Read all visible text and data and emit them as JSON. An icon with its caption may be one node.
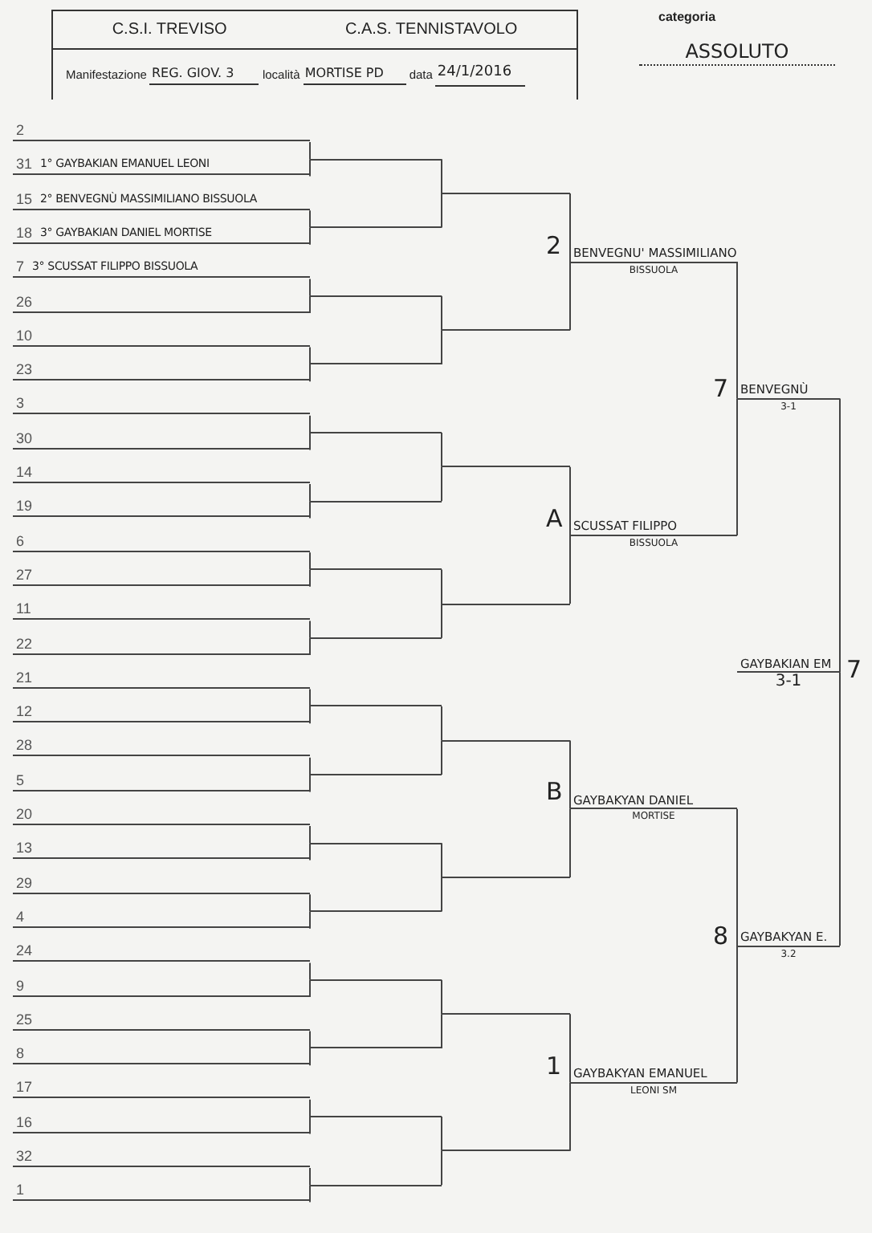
{
  "diagram": {
    "nodes": [
      {
        "text": [
          "2"
        ]
      },
      {
        "text": [
          "31",
          "1° GAYBAKIAN EMANUEL LEONI"
        ]
      },
      {
        "text": [
          "15",
          "2° BENVEGNÙ MASSIMILIANO BISSUOLA"
        ]
      },
      {
        "text": [
          "18",
          "3° GAYBAKIAN DANIEL MORTISE"
        ]
      },
      {
        "text": [
          "7",
          "3° SCUSSAT FILIPPO BISSUOLA"
        ]
      },
      {
        "text": [
          "26"
        ]
      },
      {
        "text": [
          "10"
        ]
      },
      {
        "text": [
          "23"
        ]
      },
      {
        "text": [
          "3"
        ]
      },
      {
        "text": [
          "30"
        ]
      },
      {
        "text": [
          "14"
        ]
      },
      {
        "text": [
          "19"
        ]
      },
      {
        "text": [
          "6"
        ]
      },
      {
        "text": [
          "27"
        ]
      },
      {
        "text": [
          "11"
        ]
      },
      {
        "text": [
          "22"
        ]
      },
      {
        "text": [
          "21"
        ]
      },
      {
        "text": [
          "12"
        ]
      },
      {
        "text": [
          "28"
        ]
      },
      {
        "text": [
          "5"
        ]
      },
      {
        "text": [
          "20"
        ]
      },
      {
        "text": [
          "13"
        ]
      },
      {
        "text": [
          "29"
        ]
      },
      {
        "text": [
          "4"
        ]
      },
      {
        "text": [
          "24"
        ]
      },
      {
        "text": [
          "9"
        ]
      },
      {
        "text": [
          "25"
        ]
      },
      {
        "text": [
          "8"
        ]
      },
      {
        "text": [
          "17"
        ]
      },
      {
        "text": [
          "16"
        ]
      },
      {
        "text": [
          "32"
        ]
      },
      {
        "text": [
          "1"
        ]
      },
      {
        "text": [],
        "shape": "line"
      },
      {
        "text": [],
        "shape": "line"
      },
      {
        "text": [],
        "shape": "line"
      },
      {
        "text": [],
        "shape": "line"
      },
      {
        "text": [],
        "shape": "line"
      },
      {
        "text": [],
        "shape": "line"
      },
      {
        "text": [],
        "shape": "line"
      },
      {
        "text": [],
        "shape": "line"
      },
      {
        "text": [],
        "shape": "line"
      },
      {
        "text": [],
        "shape": "line"
      },
      {
        "text": [],
        "shape": "line"
      },
      {
        "text": [],
        "shape": "line"
      },
      {
        "text": [],
        "shape": "line"
      },
      {
        "text": [],
        "shape": "line"
      },
      {
        "text": [],
        "shape": "line"
      },
      {
        "text": [],
        "shape": "line"
      },
      {
        "text": [],
        "shape": "line"
      },
      {
        "text": [],
        "shape": "line"
      },
      {
        "text": [],
        "shape": "line"
      },
      {
        "text": [],
        "shape": "line"
      },
      {
        "text": [],
        "shape": "line"
      },
      {
        "text": [],
        "shape": "line"
      },
      {
        "text": [],
        "shape": "line"
      },
      {
        "text": [],
        "shape": "line"
      },
      {
        "text": [
          "BENVEGNU' MASSIMILIANO",
          "BISSUOLA"
        ],
        "beside": [
          "2"
        ]
      },
      {
        "text": [
          "SCUSSAT FILIPPO",
          "BISSUOLA"
        ],
        "beside": [
          "A"
        ]
      },
      {
        "text": [
          "GAYBAKYAN DANIEL",
          "MORTISE"
        ],
        "beside": [
          "B"
        ]
      },
      {
        "text": [
          "GAYBAKYAN EMANUEL",
          "LEONI SM"
        ],
        "beside": [
          "1"
        ]
      },
      {
        "text": [
          "BENVEGNÙ",
          "3-1"
        ],
        "beside": [
          "7"
        ]
      },
      {
        "text": [
          "GAYBAKYAN E.",
          "3.2"
        ],
        "beside": [
          "8"
        ]
      },
      {
        "text": [
          "GAYBAKIAN EM",
          "3-1"
        ],
        "beside": [
          "7"
        ]
      }
    ],
    "edges": [
      {
        "from": 0,
        "to": 32,
        "arrow": "none"
      },
      {
        "from": 1,
        "to": 32,
        "arrow": "none"
      },
      {
        "from": 2,
        "to": 33,
        "arrow": "none"
      },
      {
        "from": 3,
        "to": 33,
        "arrow": "none"
      },
      {
        "from": 4,
        "to": 34,
        "arrow": "none"
      },
      {
        "from": 5,
        "to": 34,
        "arrow": "none"
      },
      {
        "from": 6,
        "to": 35,
        "arrow": "none"
      },
      {
        "from": 7,
        "to": 35,
        "arrow": "none"
      },
      {
        "from": 8,
        "to": 36,
        "arrow": "none"
      },
      {
        "from": 9,
        "to": 36,
        "arrow": "none"
      },
      {
        "from": 10,
        "to": 37,
        "arrow": "none"
      },
      {
        "from": 11,
        "to": 37,
        "arrow": "none"
      },
      {
        "from": 12,
        "to": 38,
        "arrow": "none"
      },
      {
        "from": 13,
        "to": 38,
        "arrow": "none"
      },
      {
        "from": 14,
        "to": 39,
        "arrow": "none"
      },
      {
        "from": 15,
        "to": 39,
        "arrow": "none"
      },
      {
        "from": 16,
        "to": 40,
        "arrow": "none"
      },
      {
        "from": 17,
        "to": 40,
        "arrow": "none"
      },
      {
        "from": 18,
        "to": 41,
        "arrow": "none"
      },
      {
        "from": 19,
        "to": 41,
        "arrow": "none"
      },
      {
        "from": 20,
        "to": 42,
        "arrow": "none"
      },
      {
        "from": 21,
        "to": 42,
        "arrow": "none"
      },
      {
        "from": 22,
        "to": 43,
        "arrow": "none"
      },
      {
        "from": 23,
        "to": 43,
        "arrow": "none"
      },
      {
        "from": 24,
        "to": 44,
        "arrow": "none"
      },
      {
        "from": 25,
        "to": 44,
        "arrow": "none"
      },
      {
        "from": 26,
        "to": 45,
        "arrow": "none"
      },
      {
        "from": 27,
        "to": 45,
        "arrow": "none"
      },
      {
        "from": 28,
        "to": 46,
        "arrow": "none"
      },
      {
        "from": 29,
        "to": 46,
        "arrow": "none"
      },
      {
        "from": 30,
        "to": 47,
        "arrow": "none"
      },
      {
        "from": 31,
        "to": 47,
        "arrow": "none"
      },
      {
        "from": 32,
        "to": 48,
        "arrow": "none"
      },
      {
        "from": 33,
        "to": 48,
        "arrow": "none"
      },
      {
        "from": 34,
        "to": 49,
        "arrow": "none"
      },
      {
        "from": 35,
        "to": 49,
        "arrow": "none"
      },
      {
        "from": 36,
        "to": 50,
        "arrow": "none"
      },
      {
        "from": 37,
        "to": 50,
        "arrow": "none"
      },
      {
        "from": 38,
        "to": 51,
        "arrow": "none"
      },
      {
        "from": 39,
        "to": 51,
        "arrow": "none"
      },
      {
        "from": 40,
        "to": 52,
        "arrow": "none"
      },
      {
        "from": 41,
        "to": 52,
        "arrow": "none"
      },
      {
        "from": 42,
        "to": 53,
        "arrow": "none"
      },
      {
        "from": 43,
        "to": 53,
        "arrow": "none"
      },
      {
        "from": 44,
        "to": 54,
        "arrow": "none"
      },
      {
        "from": 45,
        "to": 54,
        "arrow": "none"
      },
      {
        "from": 46,
        "to": 55,
        "arrow": "none"
      },
      {
        "from": 47,
        "to": 55,
        "arrow": "none"
      },
      {
        "from": 48,
        "to": 56,
        "arrow": "none"
      },
      {
        "from": 49,
        "to": 56,
        "arrow": "none"
      },
      {
        "from": 50,
        "to": 57,
        "arrow": "none"
      },
      {
        "from": 51,
        "to": 57,
        "arrow": "none"
      },
      {
        "from": 52,
        "to": 58,
        "arrow": "none"
      },
      {
        "from": 53,
        "to": 58,
        "arrow": "none"
      },
      {
        "from": 54,
        "to": 59,
        "arrow": "none"
      },
      {
        "from": 55,
        "to": 59,
        "arrow": "none"
      },
      {
        "from": 56,
        "to": 60,
        "arrow": "none"
      },
      {
        "from": 57,
        "to": 60,
        "arrow": "none"
      },
      {
        "from": 58,
        "to": 61,
        "arrow": "none"
      },
      {
        "from": 59,
        "to": 61,
        "arrow": "none"
      },
      {
        "from": 60,
        "to": 62,
        "arrow": "none"
      },
      {
        "from": 61,
        "to": 62,
        "arrow": "none"
      }
    ],
    "labels": [
      "C.S.I. TREVISO",
      "C.A.S. TENNISTAVOLO",
      "categoria",
      "Manifestazione",
      "REG. GIOV. 3",
      "località",
      "MORTISE PD",
      "data",
      "24/1/2016",
      "ASSOLUTO"
    ]
  }
}
